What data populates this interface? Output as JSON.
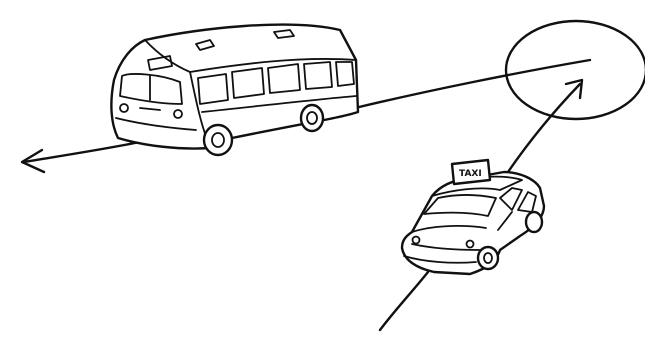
{
  "scene": {
    "vehicles": [
      {
        "kind": "bus",
        "direction": "left"
      },
      {
        "kind": "taxi",
        "direction": "up-right",
        "roof_sign": "TAXI"
      }
    ],
    "target": {
      "shape": "ellipse"
    },
    "paths": [
      {
        "from": "target",
        "to": "left-edge",
        "vehicle": "bus",
        "arrowhead": "left-end"
      },
      {
        "from": "bottom-edge",
        "to": "target",
        "vehicle": "taxi",
        "arrowhead": "target-end"
      }
    ],
    "colors": {
      "ink": "#111111",
      "background": "#ffffff"
    }
  }
}
